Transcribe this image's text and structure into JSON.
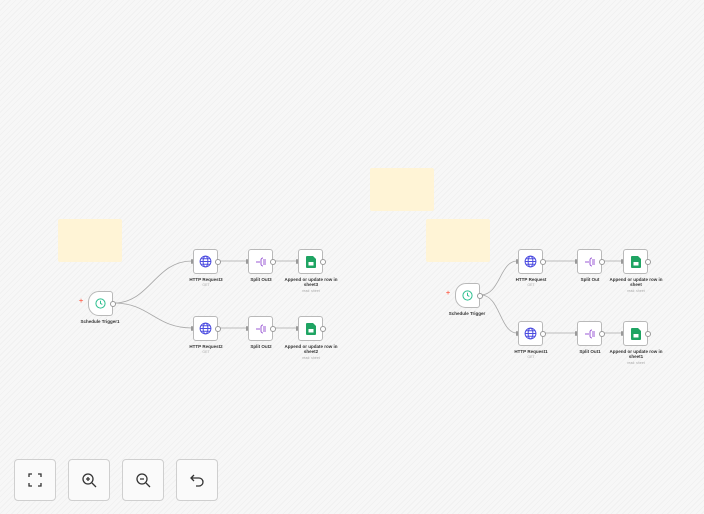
{
  "workflows": [
    {
      "trigger": "Schedule Trigger1",
      "rows": [
        {
          "http": "HTTP Request3",
          "http_sub": "GET",
          "split": "Split Out3",
          "sheet": "Append or update row in sheet3",
          "sheet_sub": "read: sheet"
        },
        {
          "http": "HTTP Request2",
          "http_sub": "GET",
          "split": "Split Out2",
          "sheet": "Append or update row in sheet2",
          "sheet_sub": "read: sheet"
        }
      ]
    },
    {
      "trigger": "Schedule Trigger",
      "rows": [
        {
          "http": "HTTP Request",
          "http_sub": "GET",
          "split": "Split Out",
          "sheet": "Append or update row in sheet",
          "sheet_sub": "read: sheet"
        },
        {
          "http": "HTTP Request1",
          "http_sub": "GET",
          "split": "Split Out1",
          "sheet": "Append or update row in sheet1",
          "sheet_sub": "read: sheet"
        }
      ]
    }
  ],
  "controls": [
    "fit-view-icon",
    "zoom-in-icon",
    "zoom-out-icon",
    "undo-icon"
  ],
  "colors": {
    "sticky": "#fff4d6",
    "http": "#4c4ce0",
    "split": "#9b5bd6",
    "sheet": "#1fa463",
    "trigger": "#2dbf8f",
    "accent": "#ff6d5a"
  }
}
